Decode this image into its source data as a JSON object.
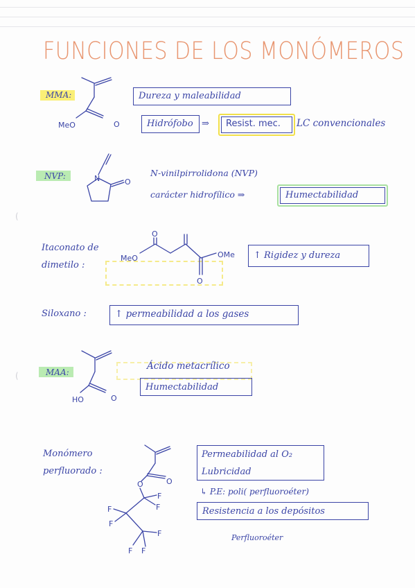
{
  "title": "FUNCIONES DE LOS MONÓMEROS",
  "corner_note": "",
  "sections": {
    "mma": {
      "label": "MMA:",
      "structure_labels": [
        "MeO",
        "O"
      ],
      "property_1": "Dureza y maleabilidad",
      "chain": [
        "Hidrófobo",
        "⇒",
        "Resist. mec.",
        "LC convencionales"
      ]
    },
    "nvp": {
      "label": "NVP:",
      "structure_labels": [
        "N",
        "O"
      ],
      "name": "N-vinilpirrolidona (NVP)",
      "property_text": "carácter hidrofílico ⇒",
      "property_box": "Humectabilidad"
    },
    "itaconato": {
      "label_line1": "Itaconato de",
      "label_line2": "dimetilo :",
      "structure_labels": [
        "O",
        "MeO",
        "OMe",
        "O"
      ],
      "property": "↑ Rigidez y dureza"
    },
    "siloxano": {
      "label": "Siloxano :",
      "property": "↑ permeabilidad a los gases"
    },
    "maa": {
      "label": "MAA:",
      "structure_labels": [
        "HO",
        "O"
      ],
      "name": "Ácido metacrílico",
      "property_box": "Humectabilidad"
    },
    "perfluorado": {
      "label_line1": "Monómero",
      "label_line2": "perfluorado :",
      "structure_labels": [
        "O",
        "O",
        "F",
        "F",
        "F",
        "F",
        "F",
        "F",
        "F"
      ],
      "box_line1": "Permeabilidad al O₂",
      "box_line2": "Lubricidad",
      "pe_note": "↳ P.E: poli( perfluoroéter)",
      "box_2": "Resistencia a los depósitos",
      "footer": "Perfluoroéter"
    }
  }
}
